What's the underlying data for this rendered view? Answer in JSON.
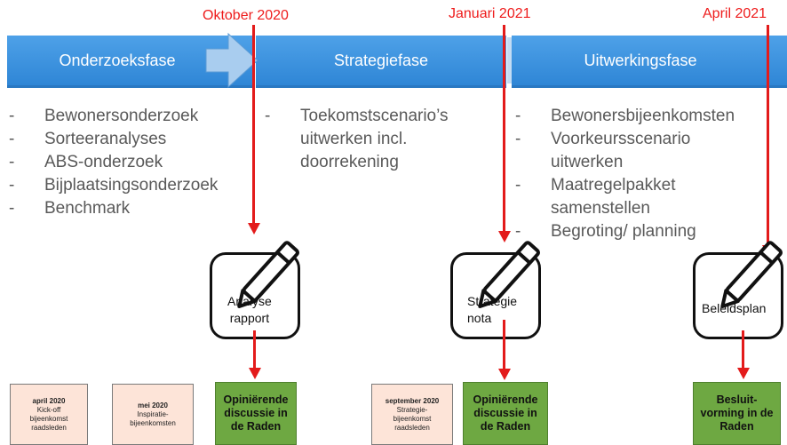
{
  "milestones": {
    "oct": "Oktober 2020",
    "jan": "Januari 2021",
    "apr": "April 2021"
  },
  "phases": {
    "p1": "Onderzoeksfase",
    "p2": "Strategiefase",
    "p3": "Uitwerkingsfase"
  },
  "bullets": {
    "col1": [
      "Bewonersonderzoek",
      "Sorteeranalyses",
      "ABS-onderzoek",
      "Bijplaatsingsonderzoek",
      "Benchmark"
    ],
    "col2": [
      "Toekomstscenario’s",
      "uitwerken incl.",
      "doorrekening"
    ],
    "col3": [
      "Bewonersbijeenkomsten",
      "Voorkeursscenario",
      "uitwerken",
      "Maatregelpakket",
      "samenstellen",
      "Begroting/ planning"
    ]
  },
  "documents": {
    "d1": [
      "Analyse",
      "rapport"
    ],
    "d2": [
      "Strategie",
      "nota"
    ],
    "d3": [
      "Beleidsplan"
    ]
  },
  "boxes": {
    "b1": {
      "date": "april 2020",
      "lines": [
        "Kick-off",
        "bijeenkomst",
        "raadsleden"
      ]
    },
    "b2": {
      "date": "mei 2020",
      "lines": [
        "Inspiratie-",
        "bijeenkomsten"
      ]
    },
    "b3": {
      "date": "september 2020",
      "lines": [
        "Strategie-",
        "bijeenkomst",
        "raadsleden"
      ]
    },
    "g1": [
      "Opiniërende",
      "discussie in",
      "de Raden"
    ],
    "g2": [
      "Opiniërende",
      "discussie in",
      "de Raden"
    ],
    "g3": [
      "Besluit-",
      "vorming in de",
      "Raden"
    ]
  },
  "colors": {
    "phase": "#2f86d6",
    "milestone": "#ee1c1c",
    "green": "#6ea842",
    "pink": "#fde4d8",
    "bullet_text": "#595959"
  }
}
